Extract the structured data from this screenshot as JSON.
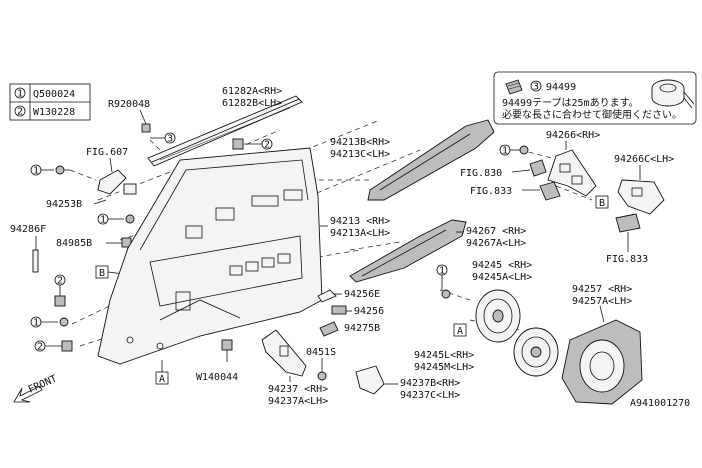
{
  "legend": [
    {
      "num": "1",
      "code": "Q500024"
    },
    {
      "num": "2",
      "code": "W130228"
    }
  ],
  "tape_note": {
    "num": "3",
    "part": "94499",
    "line1": "94499テープは25mあります。",
    "line2": "必要な長さに合わせて御使用ください。"
  },
  "labels": {
    "r920048": "R920048",
    "p61282a": "61282A<RH>",
    "p61282b": "61282B<LH>",
    "fig607": "FIG.607",
    "p94253b": "94253B",
    "p94286f": "94286F",
    "p84985b": "84985B",
    "p94213b": "94213B<RH>",
    "p94213c": "94213C<LH>",
    "p94213": "94213 <RH>",
    "p94213a": "94213A<LH>",
    "p94267": "94267 <RH>",
    "p94267a": "94267A<LH>",
    "p94266": "94266<RH>",
    "p94266c": "94266C<LH>",
    "fig830": "FIG.830",
    "fig833a": "FIG.833",
    "fig833b": "FIG.833",
    "p94245": "94245 <RH>",
    "p94245a": "94245A<LH>",
    "p94257": "94257 <RH>",
    "p94257a": "94257A<LH>",
    "p94256e": "94256E",
    "p94256": "94256",
    "p94275b": "94275B",
    "p0451s": "0451S",
    "w140044": "W140044",
    "p94237": "94237 <RH>",
    "p94237a": "94237A<LH>",
    "p94237b": "94237B<RH>",
    "p94237c": "94237C<LH>",
    "p94245l": "94245L<RH>",
    "p94245m": "94245M<LH>",
    "front": "FRONT",
    "diagram_id": "A941001270"
  },
  "callouts": {
    "one": "1",
    "two": "2",
    "three": "3",
    "a": "A",
    "b": "B"
  }
}
